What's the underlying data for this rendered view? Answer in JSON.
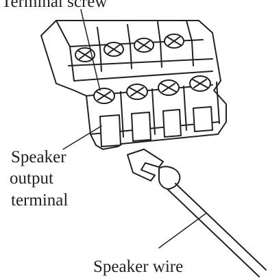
{
  "labels": {
    "terminal_screw": "Terminal screw",
    "speaker_output_terminal": [
      "Speaker",
      "output",
      "terminal"
    ],
    "speaker_wire": "Speaker wire"
  },
  "colors": {
    "ink": "#231f20",
    "background": "#ffffff"
  }
}
